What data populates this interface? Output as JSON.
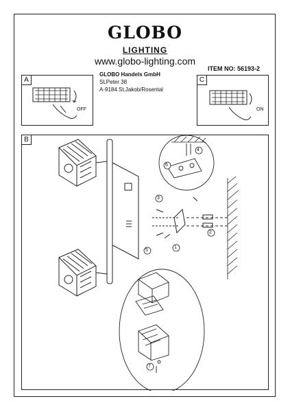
{
  "header": {
    "logo": "GLOBO",
    "lighting": "LIGHTING",
    "website": "www.globo-lighting.com",
    "company_name": "GLOBO Handels GmbH",
    "address_line1": "SLPeter 38",
    "address_line2": "A-9184 St.Jakob/Rosental",
    "item_number": "ITEM NO: 56193-2"
  },
  "panels": {
    "a": {
      "tag": "A",
      "status": "OFF"
    },
    "c": {
      "tag": "C",
      "status": "ON"
    },
    "b": {
      "tag": "B"
    }
  },
  "steps": [
    "1",
    "2",
    "3",
    "4",
    "5",
    "6",
    "7"
  ]
}
